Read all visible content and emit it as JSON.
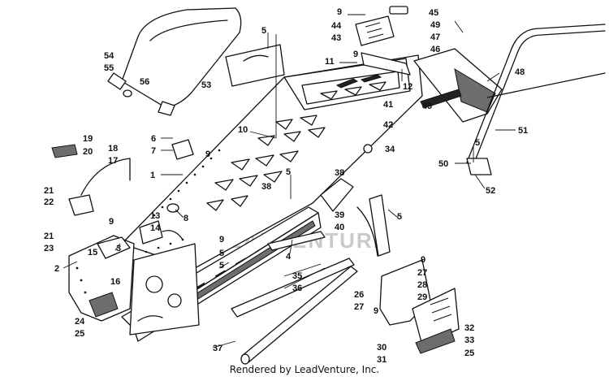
{
  "footer": {
    "credit": "Rendered by LeadVenture, Inc."
  },
  "watermark": {
    "text": "LEADVENTURE"
  },
  "callouts": [
    "1",
    "2",
    "3",
    "4",
    "5",
    "5",
    "5",
    "5",
    "5",
    "5",
    "6",
    "7",
    "8",
    "9",
    "9",
    "9",
    "9",
    "9",
    "9",
    "9",
    "10",
    "11",
    "12",
    "13",
    "14",
    "15",
    "16",
    "17",
    "18",
    "19",
    "20",
    "21",
    "21",
    "22",
    "23",
    "24",
    "25",
    "25",
    "26",
    "27",
    "27",
    "28",
    "29",
    "30",
    "31",
    "32",
    "33",
    "34",
    "35",
    "36",
    "37",
    "38",
    "38",
    "39",
    "40",
    "41",
    "42",
    "43",
    "44",
    "45",
    "46",
    "47",
    "48",
    "49",
    "49",
    "50",
    "51",
    "52",
    "53",
    "54",
    "55",
    "56"
  ]
}
